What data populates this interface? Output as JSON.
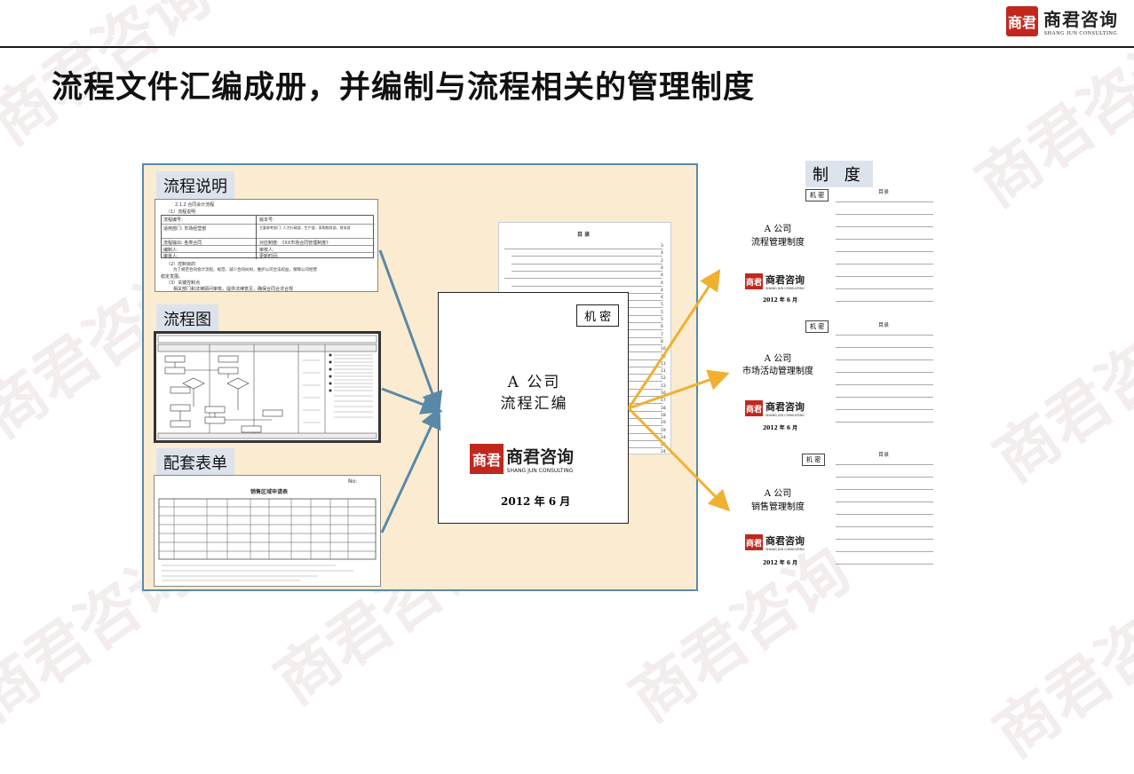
{
  "header": {
    "logo_seal": "商君",
    "logo_cn": "商君咨询",
    "logo_en": "SHANG JUN CONSULTING"
  },
  "watermark_text": "商君咨询",
  "title": "流程文件汇编成册，并编制与流程相关的管理制度",
  "sections": {
    "process_desc": "流程说明",
    "flowchart": "流程图",
    "forms": "配套表单",
    "system": "制 度"
  },
  "process_doc": {
    "heading": "2.1.2 合同会计流程",
    "sub": "（1）流程说明",
    "rows": [
      [
        "流程编号:",
        "版本号:"
      ],
      [
        "适用部门: 市场经营部",
        "主要参考部门: 人力行政部、生产部、采购物资部、财务部"
      ],
      [
        "流程输出: 各类合同",
        "对应制度: 《XX市场合同管理制度》"
      ],
      [
        "编制人:",
        "审核人:"
      ],
      [
        "审批人:",
        "更新时间:"
      ]
    ],
    "p1": "（2）控制目的",
    "p2": "为了规范合同会计流程，规范、减少合同纠纷，维护公司合法权益，保障公司经营",
    "p3": "稳定发展。",
    "p4": "（3）关键控制点",
    "p5": "相关部门和法律顾问审核，提供法律意见，确保合同合法合规"
  },
  "form_doc": {
    "no": "No:",
    "title": "销售区域申请表"
  },
  "main_cover": {
    "confidential": "机 密",
    "company": "A 公司",
    "doc_title": "流程汇编",
    "date": "2012 年 6 月",
    "toc_title": "目 录",
    "toc_pages": [
      "3",
      "4",
      "2",
      "4",
      "4",
      "4",
      "4",
      "4",
      "5",
      "5",
      "5",
      "6",
      "7",
      "8",
      "10",
      "10",
      "11",
      "11",
      "12",
      "13",
      "16",
      "17",
      "18",
      "18",
      "19",
      "19",
      "24",
      "24",
      "24"
    ]
  },
  "systems": [
    {
      "confidential": "机 密",
      "company": "A 公司",
      "doc_title": "流程管理制度",
      "date": "2012 年 6 月",
      "toc_title": "目录"
    },
    {
      "confidential": "机 密",
      "company": "A 公司",
      "doc_title": "市场活动管理制度",
      "date": "2012 年 6 月",
      "toc_title": "目录"
    },
    {
      "confidential": "机 密",
      "company": "A 公司",
      "doc_title": "销售管理制度",
      "date": "2012 年 6 月",
      "toc_title": "目录"
    }
  ],
  "colors": {
    "panel_bg": "#fbecd1",
    "panel_border": "#5a89a8",
    "blue_arrow": "#5a89a8",
    "orange_arrow": "#f0b030",
    "seal_red": "#c0281e",
    "section_bg": "#dde3ec"
  }
}
